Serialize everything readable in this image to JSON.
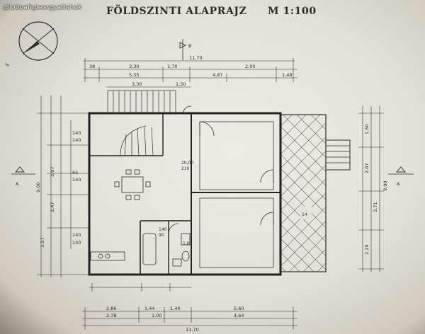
{
  "watermark": "@lobbafigtesrgyatlahok",
  "title": "FÖLDSZINTI ALAPRAJZ",
  "scale": "M 1:100",
  "section_labels": {
    "a_left": "A",
    "a_right": "A",
    "b_top": "B"
  },
  "compass_label": "É",
  "dims_top": {
    "overall": "11,70",
    "r2": [
      "38",
      "3,30",
      "1,70",
      "2,00"
    ],
    "r3": [
      "5,35",
      "4,87",
      "1,48"
    ],
    "stairs_w": "3,30",
    "door_w": "1,50"
  },
  "dims_bottom": {
    "r1": [
      "2,86",
      "1,44",
      "1,40",
      "5,60"
    ],
    "r2": [
      "2,78",
      "1,00",
      "4,64"
    ],
    "overall": "11,70"
  },
  "dims_left": [
    "140",
    "140",
    "65",
    "140",
    "2,47",
    "140",
    "140",
    "3,07",
    "3,57",
    "9,00"
  ],
  "dims_right": [
    "1,50",
    "2,07",
    "3,71",
    "2,29",
    "9,00"
  ],
  "room_labels": {
    "living_1": "20,00",
    "living_2": "210",
    "room_1": "140",
    "room_2": "90",
    "wc": "1,0",
    "terrace": "14"
  }
}
